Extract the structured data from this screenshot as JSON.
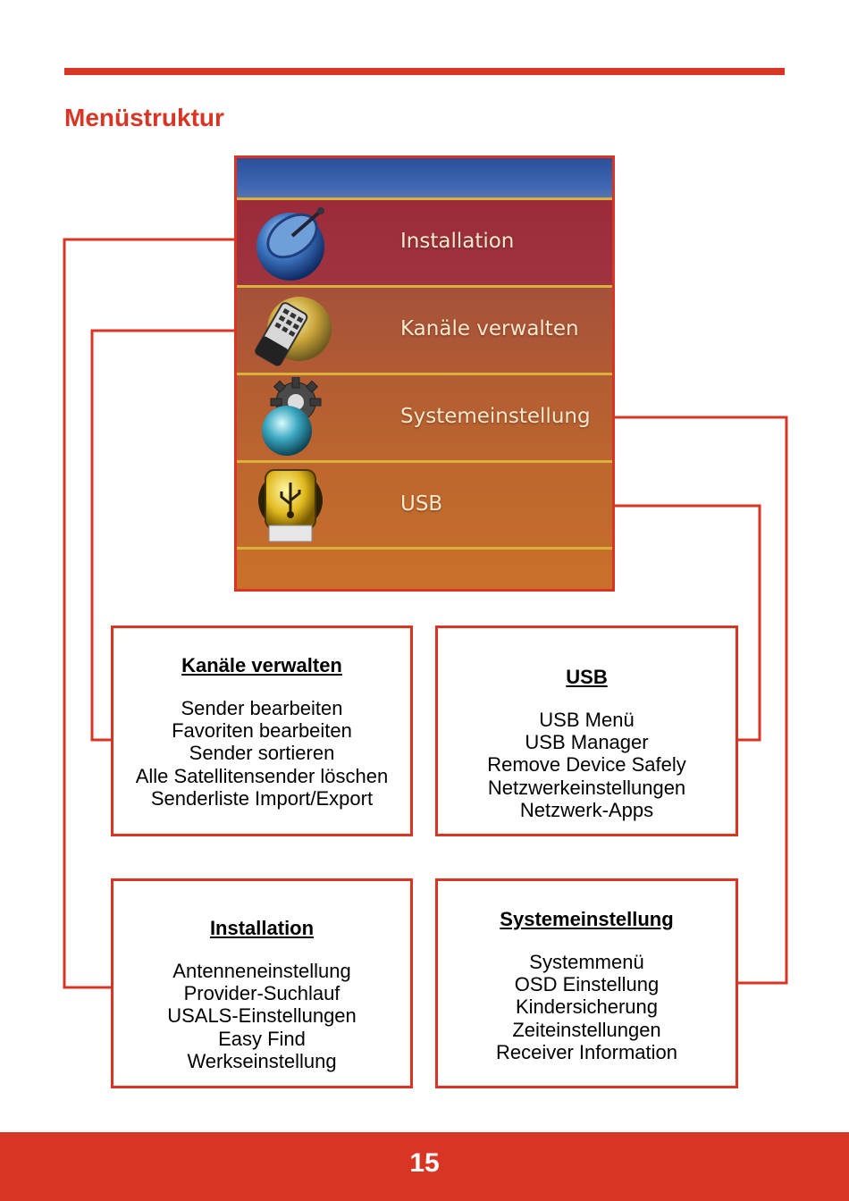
{
  "page": {
    "title": "Menüstruktur",
    "page_number": "15",
    "accent_color": "#d93524"
  },
  "menu_screen": {
    "items": [
      {
        "label": "Installation",
        "icon": "satellite-dish-icon",
        "selected": true
      },
      {
        "label": "Kanäle verwalten",
        "icon": "remote-control-icon",
        "selected": false
      },
      {
        "label": "Systemeinstellung",
        "icon": "gear-globe-icon",
        "selected": false
      },
      {
        "label": "USB",
        "icon": "usb-stick-icon",
        "selected": false
      }
    ]
  },
  "submenus": {
    "kanaele": {
      "title": "Kanäle verwalten",
      "items": [
        "Sender bearbeiten",
        "Favoriten bearbeiten",
        "Sender sortieren",
        "Alle Satellitensender löschen",
        "Senderliste Import/Export"
      ]
    },
    "usb": {
      "title": "USB",
      "items": [
        "USB Menü",
        "USB Manager",
        "Remove Device Safely",
        "Netzwerkeinstellungen",
        "Netzwerk-Apps"
      ]
    },
    "installation": {
      "title": "Installation",
      "items": [
        "Antenneneinstellung",
        "Provider-Suchlauf",
        "USALS-Einstellungen",
        "Easy Find",
        "Werkseinstellung"
      ]
    },
    "system": {
      "title": "Systemeinstellung",
      "items": [
        "Systemmenü",
        "OSD Einstellung",
        "Kindersicherung",
        "Zeiteinstellungen",
        "Receiver Information"
      ]
    }
  }
}
